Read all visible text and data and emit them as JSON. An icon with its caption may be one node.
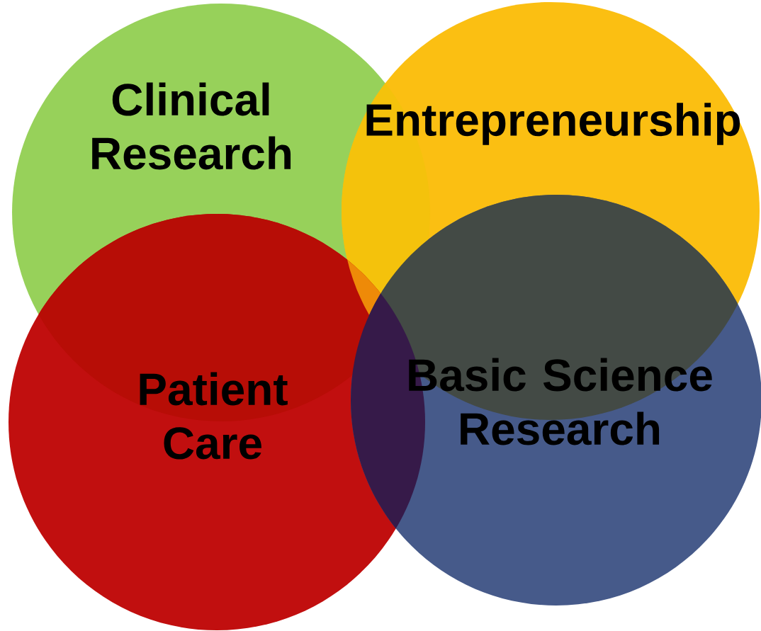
{
  "diagram": {
    "nodes": [
      {
        "text": [
          "Clinical Research"
        ]
      },
      {
        "text": [
          "Entrepreneurship"
        ]
      },
      {
        "text": [
          "Patient Care"
        ]
      },
      {
        "text": [
          "Basic Science Research"
        ]
      }
    ]
  }
}
